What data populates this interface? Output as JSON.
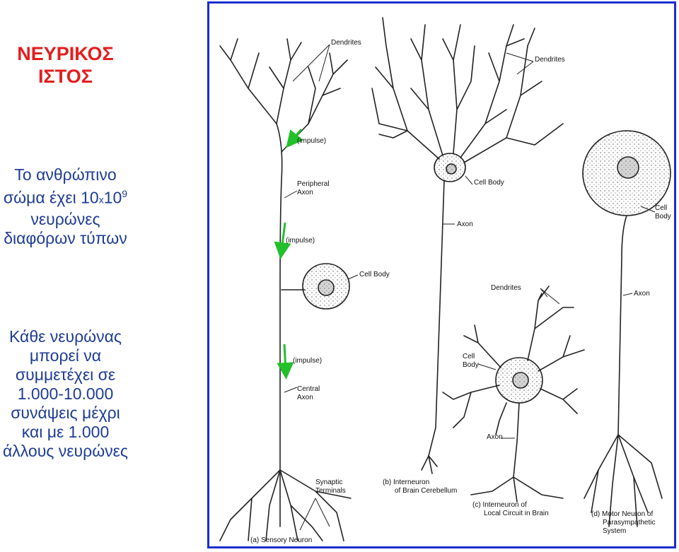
{
  "title": {
    "line1": "ΝΕΥΡΙΚΟΣ",
    "line2": "ΙΣΤΟΣ"
  },
  "para1": {
    "l1": "Το ανθρώπινο",
    "l2a": "σώμα έχει 10",
    "l2x": "x",
    "l2b": "10",
    "l2sup": "9",
    "l3": "νευρώνες",
    "l4": "διαφόρων τύπων"
  },
  "para2": {
    "l1": "Κάθε νευρώνας",
    "l2": "μπορεί να",
    "l3": "συμμετέχει σε",
    "l4": "1.000-10.000",
    "l5": "συνάψεις μέχρι",
    "l6": "και με 1.000",
    "l7": "άλλους νευρώνες"
  },
  "labels": {
    "dendrites_a": "Dendrites",
    "impulse1": "(impulse)",
    "peripheral1": "Peripheral",
    "peripheral2": "Axon",
    "impulse2": "(impulse)",
    "cellbody_a": "Cell Body",
    "impulse3": "(impulse)",
    "central1": "Central",
    "central2": "Axon",
    "synaptic1": "Synaptic",
    "synaptic2": "Terminals",
    "caption_a": "(a)  Sensory Neuron",
    "dendrites_b": "Dendrites",
    "cellbody_b": "Cell Body",
    "axon_b": "Axon",
    "caption_b1": "(b)  Interneuron",
    "caption_b2": "of Brain Cerebellum",
    "dendrites_c": "Dendrites",
    "cellbody_c1": "Cell",
    "cellbody_c2": "Body",
    "axon_c": "Axon",
    "caption_c1": "(c)  Interneuron of",
    "caption_c2": "Local Circuit in Brain",
    "cellbody_d1": "Cell",
    "cellbody_d2": "Body",
    "axon_d": "Axon",
    "caption_d1": "(d)  Motor Neuron of",
    "caption_d2": "Parasympathetic",
    "caption_d3": "System"
  },
  "colors": {
    "title": "#e31e1e",
    "text": "#1e3c96",
    "frame": "#1a2ecc",
    "arrow": "#22c02a"
  }
}
